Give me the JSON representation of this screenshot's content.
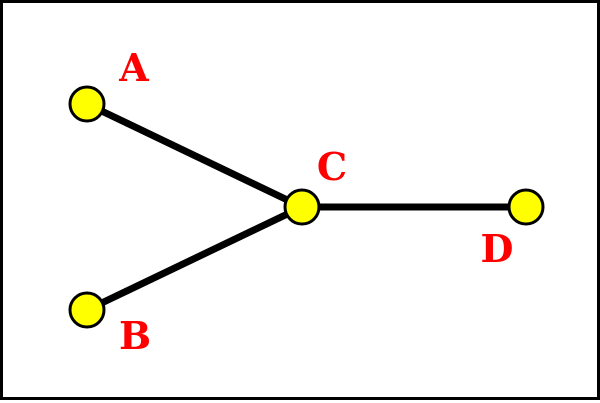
{
  "graph": {
    "colors": {
      "border": "#000000",
      "edge": "#000000",
      "node_fill": "#ffff00",
      "node_stroke": "#000000",
      "label": "#ff0000"
    },
    "nodes": [
      {
        "id": "A",
        "label": "A"
      },
      {
        "id": "B",
        "label": "B"
      },
      {
        "id": "C",
        "label": "C"
      },
      {
        "id": "D",
        "label": "D"
      }
    ],
    "edges": [
      {
        "from": "A",
        "to": "C"
      },
      {
        "from": "B",
        "to": "C"
      },
      {
        "from": "C",
        "to": "D"
      }
    ]
  }
}
